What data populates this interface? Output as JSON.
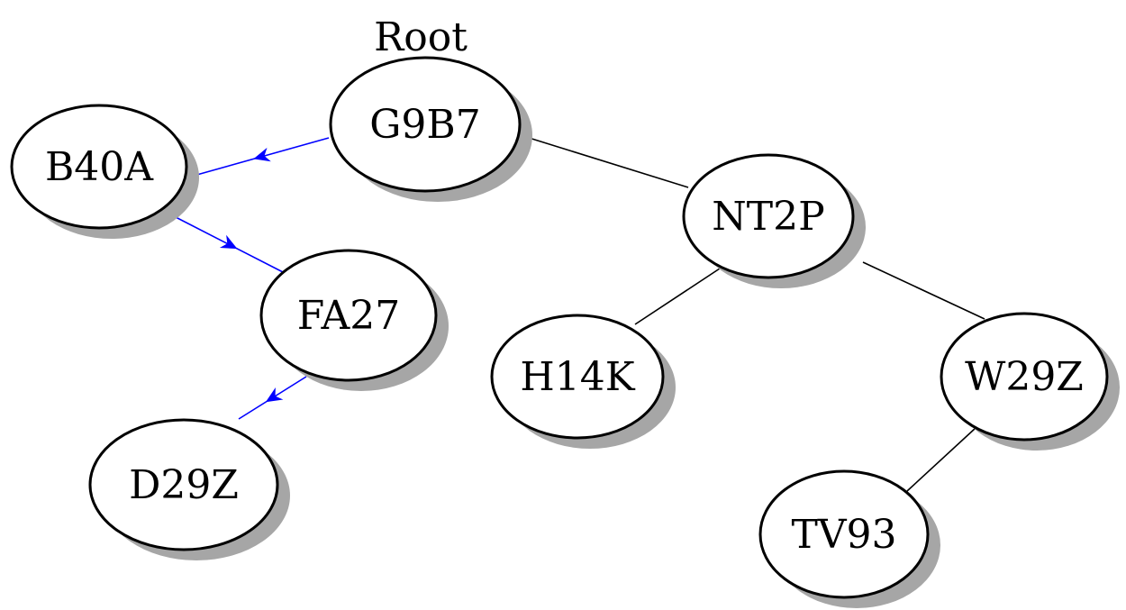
{
  "root_label": "Root",
  "colors": {
    "highlight_edge": "#0000ff",
    "normal_edge": "#000000",
    "shadow": "#a6a6a6"
  },
  "nodes": [
    {
      "id": "G9B7",
      "label": "G9B7"
    },
    {
      "id": "B40A",
      "label": "B40A"
    },
    {
      "id": "FA27",
      "label": "FA27"
    },
    {
      "id": "D29Z",
      "label": "D29Z"
    },
    {
      "id": "NT2P",
      "label": "NT2P"
    },
    {
      "id": "H14K",
      "label": "H14K"
    },
    {
      "id": "W29Z",
      "label": "W29Z"
    },
    {
      "id": "TV93",
      "label": "TV93"
    }
  ],
  "edges": [
    {
      "from": "G9B7",
      "to": "B40A",
      "highlighted": true
    },
    {
      "from": "B40A",
      "to": "FA27",
      "highlighted": true
    },
    {
      "from": "FA27",
      "to": "D29Z",
      "highlighted": true
    },
    {
      "from": "G9B7",
      "to": "NT2P",
      "highlighted": false
    },
    {
      "from": "NT2P",
      "to": "H14K",
      "highlighted": false
    },
    {
      "from": "NT2P",
      "to": "W29Z",
      "highlighted": false
    },
    {
      "from": "W29Z",
      "to": "TV93",
      "highlighted": false
    }
  ]
}
